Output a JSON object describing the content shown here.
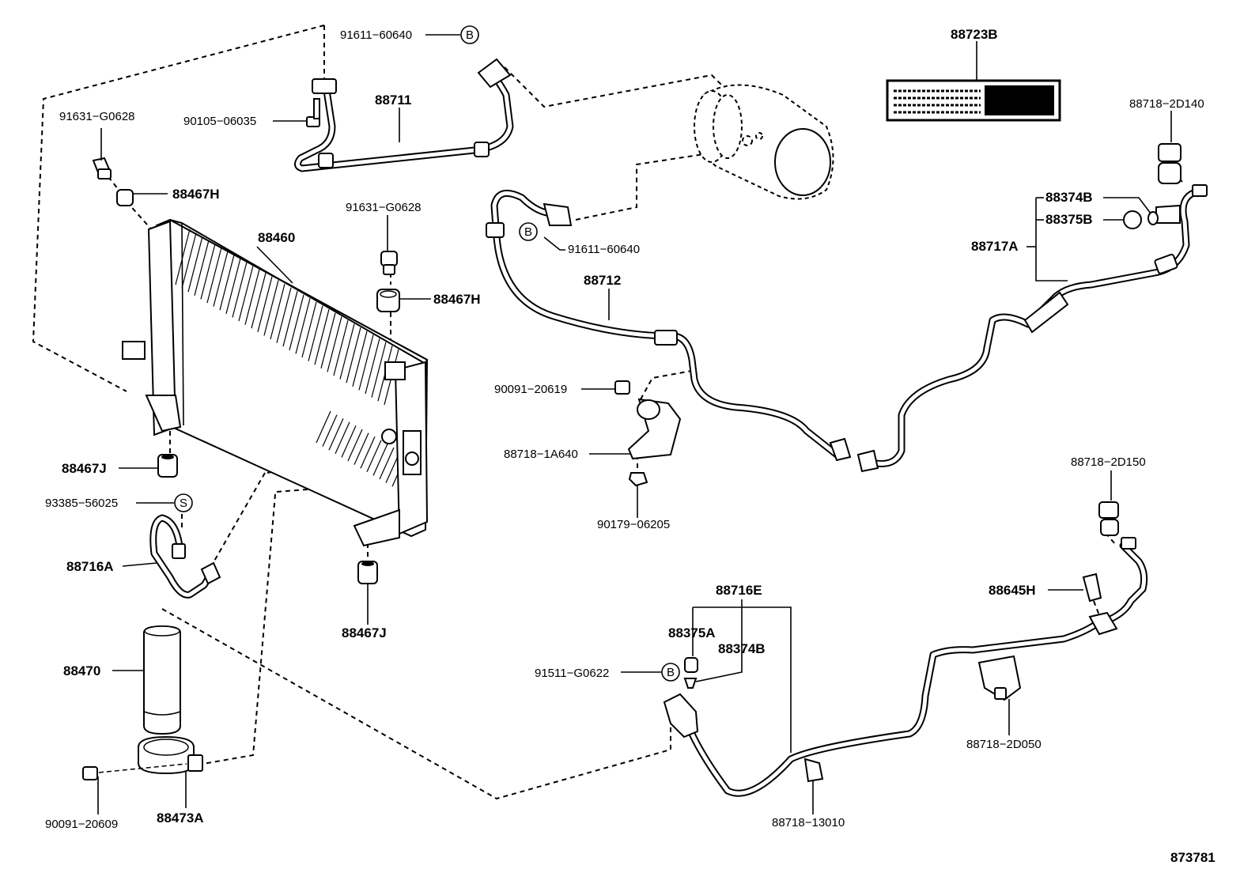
{
  "labels": {
    "p91611_60640_top": "91611−60640",
    "p91631_g0628_left": "91631−G0628",
    "p90105_06035": "90105−06035",
    "p88711": "88711",
    "p88467h_left": "88467H",
    "p88460": "88460",
    "p91631_g0628_mid": "91631−G0628",
    "p88467h_mid": "88467H",
    "p88467j_left": "88467J",
    "p93385_56025": "93385−56025",
    "p88716a": "88716A",
    "p88467j_bottom": "88467J",
    "p88470": "88470",
    "p90091_20609": "90091−20609",
    "p88473a": "88473A",
    "p88723b": "88723B",
    "p88718_2d140": "88718−2D140",
    "p88374b_top": "88374B",
    "p88375b": "88375B",
    "p88717a": "88717A",
    "p91611_60640_mid": "91611−60640",
    "p88712": "88712",
    "p90091_20619": "90091−20619",
    "p88718_1a640": "88718−1A640",
    "p90179_06205": "90179−06205",
    "p88718_2d150": "88718−2D150",
    "p88645h": "88645H",
    "p88716e": "88716E",
    "p88375a": "88375A",
    "p88374b_bottom": "88374B",
    "p91511_g0622": "91511−G0622",
    "p88718_2d050": "88718−2D050",
    "p88718_13010": "88718−13010",
    "diagram_code": "873781"
  },
  "markers": {
    "b_top": "B",
    "b_mid": "B",
    "b_bottom": "B",
    "s_left": "S"
  }
}
